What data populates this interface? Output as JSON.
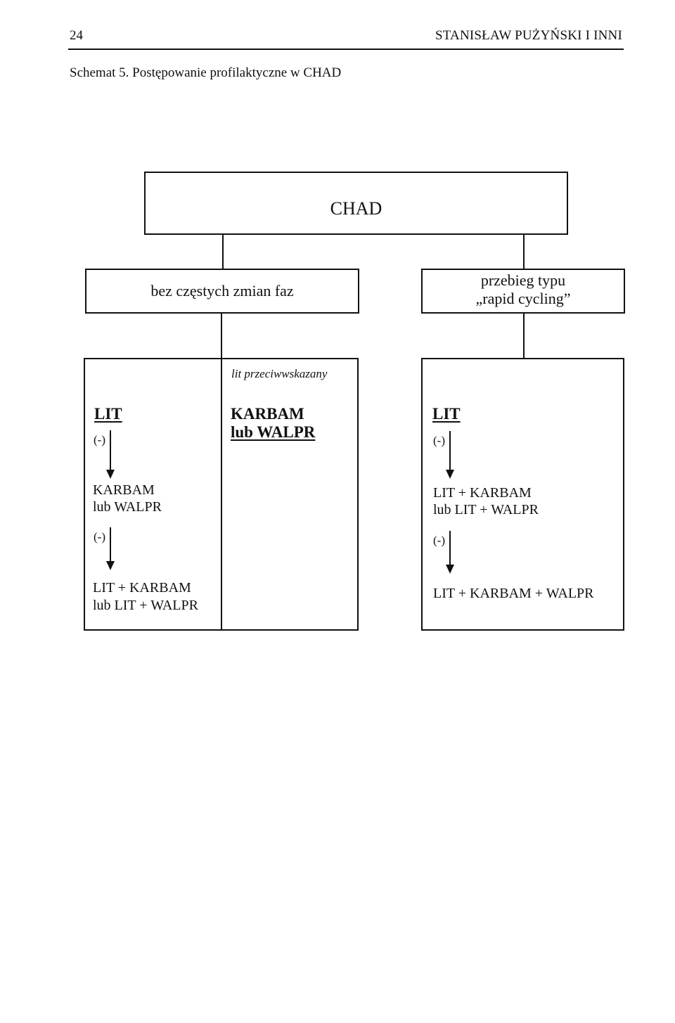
{
  "header": {
    "page_number": "24",
    "running_head": "STANISŁAW PUŻYŃSKI I INNI"
  },
  "caption": "Schemat 5. Postępowanie profilaktyczne w CHAD",
  "diagram": {
    "root": "CHAD",
    "branch_left": "bez częstych zmian faz",
    "branch_right_line1": "przebieg typu",
    "branch_right_line2": "„rapid cycling”",
    "contraindication_note": "lit przeciwwskazany",
    "left_column": {
      "start": "LIT",
      "arrow1_label": "(-)",
      "step2_line1": "KARBAM",
      "step2_line2": "lub WALPR",
      "arrow2_label": "(-)",
      "step3_line1": "LIT + KARBAM",
      "step3_line2": "lub LIT + WALPR"
    },
    "middle_column": {
      "line1": "KARBAM",
      "line2": "lub WALPR"
    },
    "right_column": {
      "start": "LIT",
      "arrow1_label": "(-)",
      "step2_line1": "LIT + KARBAM",
      "step2_line2": "lub LIT + WALPR",
      "arrow2_label": "(-)",
      "step3": "LIT + KARBAM + WALPR"
    }
  }
}
